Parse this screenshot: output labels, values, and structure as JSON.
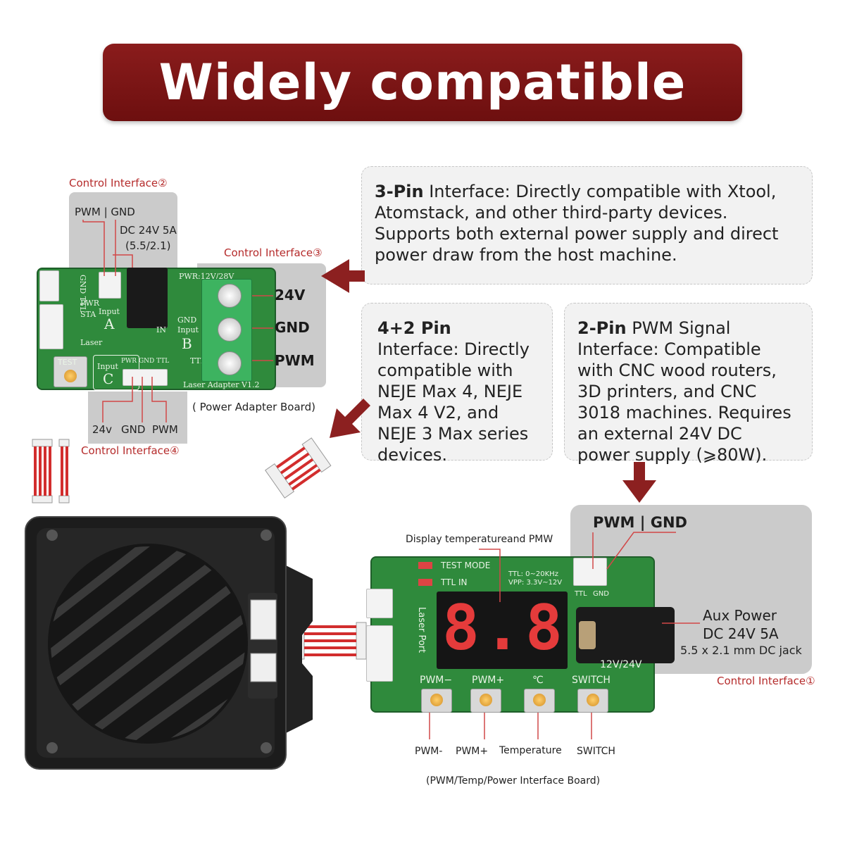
{
  "banner": {
    "title": "Widely compatible"
  },
  "interfaces": {
    "ci2": "Control Interface②",
    "ci3": "Control Interface③",
    "ci4": "Control Interface④",
    "ci1": "Control Interface①"
  },
  "adapter_board": {
    "caption": "( Power Adapter Board)",
    "pwm_gnd": "PWM | GND",
    "dc_line1": "DC 24V 5A",
    "dc_line2": "(5.5/2.1)",
    "terminals": [
      "24V",
      "GND",
      "PWM"
    ],
    "bottom_labels": [
      "24v",
      "GND",
      "PWM"
    ],
    "silk": {
      "pwr": "PWR:12V/28V",
      "input_a": "Input",
      "a": "A",
      "input_b": "Input",
      "b": "B",
      "input_c": "Input",
      "c": "C",
      "test": "TEST",
      "laser": "Laser",
      "pwr_gnd_ttl": "PWR GND TTL",
      "version": "Laser Adapter V1.2",
      "gnd_ttl": "GND TTL",
      "pwr_s": "PWR",
      "sta": "STA",
      "in": "IN",
      "gnd": "GND",
      "ttl": "TTL"
    }
  },
  "boxes": {
    "three_pin": {
      "bold": "3-Pin",
      "text": " Interface: Directly compatible with Xtool, Atomstack, and other third-party devices. Supports both external power supply and direct power draw from the host machine."
    },
    "four_two_pin": {
      "bold": "4+2 Pin",
      "text": " Interface: Directly compatible with NEJE Max 4, NEJE Max 4 V2, and NEJE 3 Max series devices."
    },
    "two_pin": {
      "bold": "2-Pin",
      "text": " PWM Signal Interface: Compatible with CNC wood routers, 3D printers, and CNC 3018 machines. Requires an external 24V DC power supply (⩾80W)."
    }
  },
  "pwm_board": {
    "caption": "(PWM/Temp/Power Interface Board)",
    "display_label": "Display temperatureand PMW",
    "pwm_gnd": "PWM | GND",
    "aux1": "Aux Power",
    "aux2": "DC 24V 5A",
    "aux3": "5.5 x 2.1 mm DC jack",
    "display": "8.8.8.",
    "silk": {
      "test_mode": "TEST MODE",
      "ttl_in": "TTL IN",
      "ttl_range": "TTL: 0~20KHz",
      "vpp": "VPP: 3.3V~12V",
      "ttl": "TTL",
      "gnd": "GND",
      "v": "12V/24V",
      "laser_port": "Laser Port",
      "btn1": "PWM−",
      "btn2": "PWM+",
      "btn3": "℃",
      "btn4": "SWITCH"
    },
    "buttons": [
      "PWM-",
      "PWM+",
      "Temperature",
      "SWITCH"
    ]
  },
  "colors": {
    "accent": "#7a1515",
    "pcb": "#2f8a3c",
    "digits": "#e53b3b"
  }
}
